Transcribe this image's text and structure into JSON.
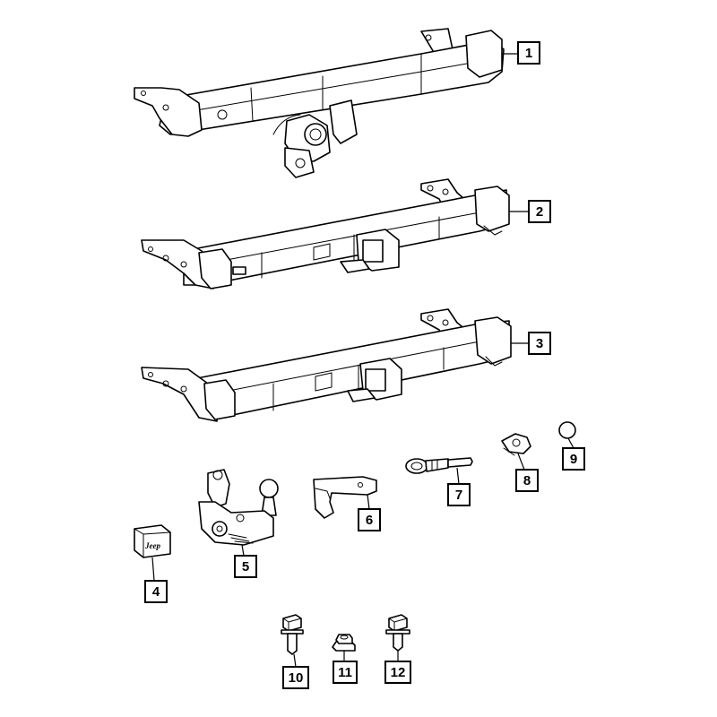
{
  "diagram": {
    "parts": [
      {
        "id": "1",
        "label": "1",
        "icon": "tow-hitch-receiver-with-wiring-icon"
      },
      {
        "id": "2",
        "label": "2",
        "icon": "hitch-receiver-icon"
      },
      {
        "id": "3",
        "label": "3",
        "icon": "hitch-receiver-icon"
      },
      {
        "id": "4",
        "label": "4",
        "icon": "hitch-cover-icon"
      },
      {
        "id": "5",
        "label": "5",
        "icon": "tow-ball-mount-icon"
      },
      {
        "id": "6",
        "label": "6",
        "icon": "bracket-icon"
      },
      {
        "id": "7",
        "label": "7",
        "icon": "hitch-pin-icon"
      },
      {
        "id": "8",
        "label": "8",
        "icon": "clip-icon"
      },
      {
        "id": "9",
        "label": "9",
        "icon": "plug-icon"
      },
      {
        "id": "10",
        "label": "10",
        "icon": "bolt-icon"
      },
      {
        "id": "11",
        "label": "11",
        "icon": "nut-icon"
      },
      {
        "id": "12",
        "label": "12",
        "icon": "bolt-icon"
      }
    ],
    "logo_text": "Jeep"
  }
}
